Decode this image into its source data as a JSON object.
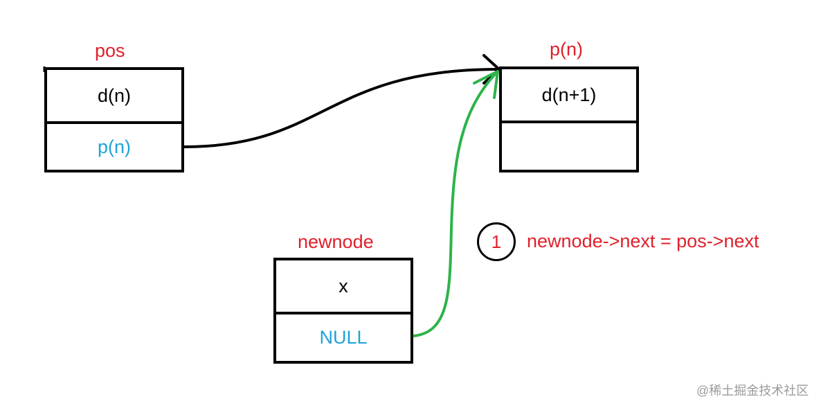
{
  "colors": {
    "label_red": "#e0202b",
    "pointer_blue": "#1ea2d8",
    "arrow_green": "#2db34a",
    "outline": "#000000"
  },
  "nodes": {
    "pos": {
      "title": "pos",
      "data": "d(n)",
      "next": "p(n)"
    },
    "pn": {
      "title": "p(n)",
      "data": "d(n+1)",
      "next": ""
    },
    "newnode": {
      "title": "newnode",
      "data": "x",
      "next": "NULL"
    }
  },
  "step": {
    "number": "1",
    "code": "newnode->next = pos->next"
  },
  "watermark": "@稀土掘金技术社区"
}
